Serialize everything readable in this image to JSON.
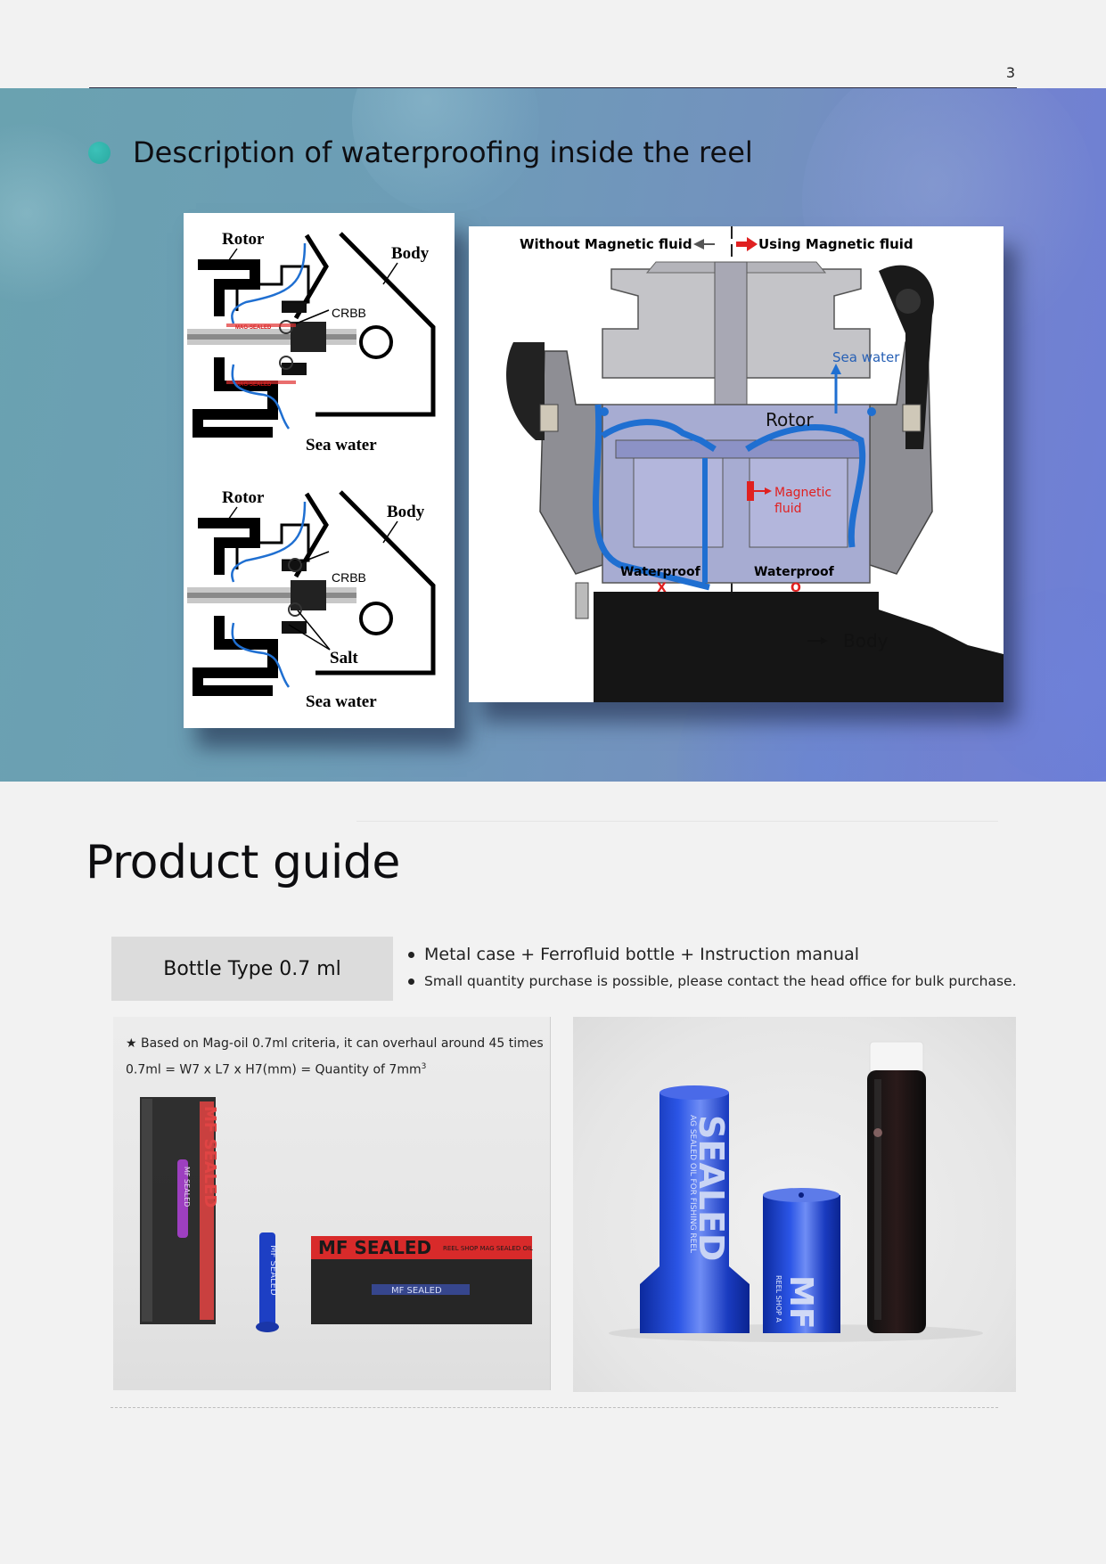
{
  "page": {
    "number": "3"
  },
  "section": {
    "title": "Description of waterproofing inside the reel"
  },
  "diagram_left": {
    "top": {
      "rotor": "Rotor",
      "body": "Body",
      "crbb": "CRBB",
      "sea_water": "Sea water",
      "seal_text": "MAG-SEALED"
    },
    "bottom": {
      "rotor": "Rotor",
      "body": "Body",
      "crbb": "CRBB",
      "salt": "Salt",
      "sea_water": "Sea water"
    }
  },
  "diagram_right": {
    "without": "Without Magnetic fluid",
    "using": "Using Magnetic fluid",
    "sea_water": "Sea water",
    "rotor": "Rotor",
    "magnetic_fluid_1": "Magnetic",
    "magnetic_fluid_2": "fluid",
    "waterproof_left": "Waterproof",
    "mark_left": "X",
    "waterproof_right": "Waterproof",
    "mark_right": "O",
    "body": "Body"
  },
  "guide": {
    "title": "Product guide",
    "bottle_type": "Bottle Type 0.7 ml",
    "bullets": [
      "Metal case + Ferrofluid bottle + Instruction manual",
      "Small quantity purchase is possible, please contact the head office for bulk purchase."
    ],
    "note_line1": "★ Based on Mag-oil 0.7ml criteria, it can overhaul around 45 times",
    "note_line2": "0.7ml = W7 x L7 x H7(mm) = Quantity of 7mm",
    "note_sup": "3"
  },
  "products": {
    "box_label": "MF SEALED",
    "sleeve_label": "MF SEALED",
    "sleeve_small": "REEL SHOP MAG SEALED OIL",
    "tube_label": "MF SEALED",
    "case_label": "SEALED",
    "case_sub": "AG SEALED OIL FOR FISHING REEL",
    "cap_label": "MF",
    "cap_sub": "REEL SHOP A"
  },
  "colors": {
    "accent_dot": "#2fb5ad",
    "water_blue": "#1f6fd1",
    "alert_red": "#e02020",
    "anodized_blue": "#1d3fc4"
  }
}
